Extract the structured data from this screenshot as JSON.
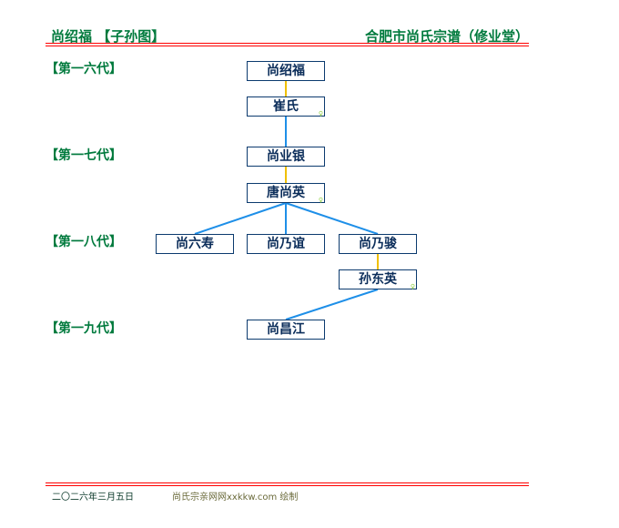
{
  "header": {
    "left": "尚绍福 【子孙图】",
    "right": "合肥市尚氏宗谱（修业堂）"
  },
  "generations": [
    "【第一六代】",
    "【第一七代】",
    "【第一八代】",
    "【第一九代】"
  ],
  "persons": {
    "p1": "尚绍福",
    "p1s": "崔氏",
    "p2": "尚业银",
    "p2s": "唐尚英",
    "p3a": "尚六寿",
    "p3b": "尚乃谊",
    "p3c": "尚乃骏",
    "p3cs": "孙东英",
    "p4": "尚昌江"
  },
  "spouse_marker": "♀",
  "footer": {
    "date": "二〇二六年三月五日",
    "credit": "尚氏宗亲网网xxkkw.com 绘制"
  },
  "colors": {
    "title": "#007a3d",
    "rule": "#ff0000",
    "spouse_line": "#f0c000",
    "child_line": "#1e8fe8"
  }
}
